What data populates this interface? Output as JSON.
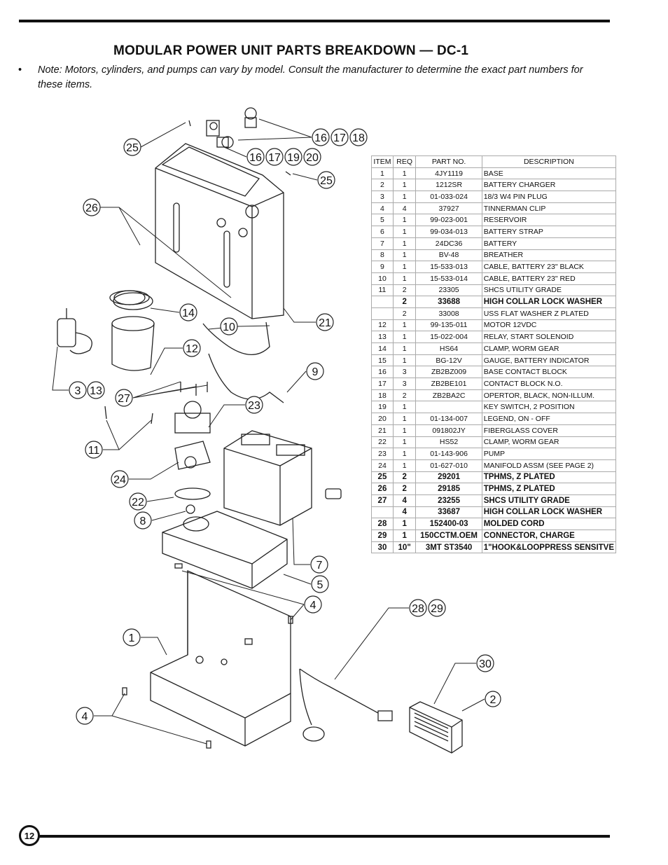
{
  "title": "MODULAR POWER UNIT PARTS BREAKDOWN — DC-1",
  "note": {
    "bullet": "•",
    "text": "Note:  Motors, cylinders, and pumps can vary by model.  Consult the manufacturer to determine the exact part numbers for these items."
  },
  "callouts": [
    "25",
    "16",
    "17",
    "18",
    "16",
    "17",
    "19",
    "20",
    "25",
    "26",
    "14",
    "10",
    "21",
    "12",
    "3",
    "13",
    "9",
    "27",
    "23",
    "11",
    "24",
    "22",
    "8",
    "7",
    "5",
    "4",
    "1",
    "28",
    "29",
    "30",
    "2",
    "4"
  ],
  "table": {
    "headers": [
      "ITEM",
      "REQ",
      "PART NO.",
      "DESCRIPTION"
    ],
    "rows": [
      {
        "item": "1",
        "req": "1",
        "part": "4JY1119",
        "desc": "BASE",
        "bold": false
      },
      {
        "item": "2",
        "req": "1",
        "part": "1212SR",
        "desc": "BATTERY CHARGER",
        "bold": false
      },
      {
        "item": "3",
        "req": "1",
        "part": "01-033-024",
        "desc": "18/3 W4 PIN PLUG",
        "bold": false
      },
      {
        "item": "4",
        "req": "4",
        "part": "37927",
        "desc": "TINNERMAN CLIP",
        "bold": false
      },
      {
        "item": "5",
        "req": "1",
        "part": "99-023-001",
        "desc": "RESERVOIR",
        "bold": false
      },
      {
        "item": "6",
        "req": "1",
        "part": "99-034-013",
        "desc": "BATTERY STRAP",
        "bold": false
      },
      {
        "item": "7",
        "req": "1",
        "part": "24DC36",
        "desc": "BATTERY",
        "bold": false
      },
      {
        "item": "8",
        "req": "1",
        "part": "BV-48",
        "desc": "BREATHER",
        "bold": false
      },
      {
        "item": "9",
        "req": "1",
        "part": "15-533-013",
        "desc": "CABLE, BATTERY 23\" BLACK",
        "bold": false
      },
      {
        "item": "10",
        "req": "1",
        "part": "15-533-014",
        "desc": "CABLE, BATTERY 23\" RED",
        "bold": false
      },
      {
        "item": "11",
        "req": "2",
        "part": "23305",
        "desc": "SHCS UTILITY GRADE",
        "bold": false
      },
      {
        "item": "",
        "req": "2",
        "part": "33688",
        "desc": "HIGH COLLAR LOCK WASHER",
        "bold": true
      },
      {
        "item": "",
        "req": "2",
        "part": "33008",
        "desc": "USS FLAT WASHER Z PLATED",
        "bold": false
      },
      {
        "item": "12",
        "req": "1",
        "part": "99-135-011",
        "desc": "MOTOR 12VDC",
        "bold": false
      },
      {
        "item": "13",
        "req": "1",
        "part": "15-022-004",
        "desc": "RELAY, START SOLENOID",
        "bold": false
      },
      {
        "item": "14",
        "req": "1",
        "part": "HS64",
        "desc": "CLAMP, WORM GEAR",
        "bold": false
      },
      {
        "item": "15",
        "req": "1",
        "part": "BG-12V",
        "desc": "GAUGE, BATTERY INDICATOR",
        "bold": false
      },
      {
        "item": "16",
        "req": "3",
        "part": "ZB2BZ009",
        "desc": "BASE CONTACT BLOCK",
        "bold": false
      },
      {
        "item": "17",
        "req": "3",
        "part": "ZB2BE101",
        "desc": "CONTACT BLOCK N.O.",
        "bold": false
      },
      {
        "item": "18",
        "req": "2",
        "part": "ZB2BA2C",
        "desc": "OPERTOR, BLACK, NON-ILLUM.",
        "bold": false
      },
      {
        "item": "19",
        "req": "1",
        "part": "",
        "desc": "KEY SWITCH, 2 POSITION",
        "bold": false
      },
      {
        "item": "20",
        "req": "1",
        "part": "01-134-007",
        "desc": "LEGEND, ON - OFF",
        "bold": false
      },
      {
        "item": "21",
        "req": "1",
        "part": "091802JY",
        "desc": "FIBERGLASS COVER",
        "bold": false
      },
      {
        "item": "22",
        "req": "1",
        "part": "HS52",
        "desc": "CLAMP, WORM GEAR",
        "bold": false
      },
      {
        "item": "23",
        "req": "1",
        "part": "01-143-906",
        "desc": "PUMP",
        "bold": false
      },
      {
        "item": "24",
        "req": "1",
        "part": "01-627-010",
        "desc": "MANIFOLD ASSM (SEE PAGE 2)",
        "bold": false
      },
      {
        "item": "25",
        "req": "2",
        "part": "29201",
        "desc": "TPHMS, Z PLATED",
        "bold": true
      },
      {
        "item": "26",
        "req": "2",
        "part": "29185",
        "desc": "TPHMS, Z PLATED",
        "bold": true
      },
      {
        "item": "27",
        "req": "4",
        "part": "23255",
        "desc": "SHCS UTILITY GRADE",
        "bold": true
      },
      {
        "item": "",
        "req": "4",
        "part": "33687",
        "desc": "HIGH COLLAR LOCK WASHER",
        "bold": true
      },
      {
        "item": "28",
        "req": "1",
        "part": "152400-03",
        "desc": "MOLDED CORD",
        "bold": true
      },
      {
        "item": "29",
        "req": "1",
        "part": "150CCTM.OEM",
        "desc": "CONNECTOR, CHARGE",
        "bold": true
      },
      {
        "item": "30",
        "req": "10\"",
        "part": "3MT ST3540",
        "desc": "1\"HOOK&LOOPPRESS SENSITVE",
        "bold": true
      }
    ]
  },
  "page_number": "12"
}
